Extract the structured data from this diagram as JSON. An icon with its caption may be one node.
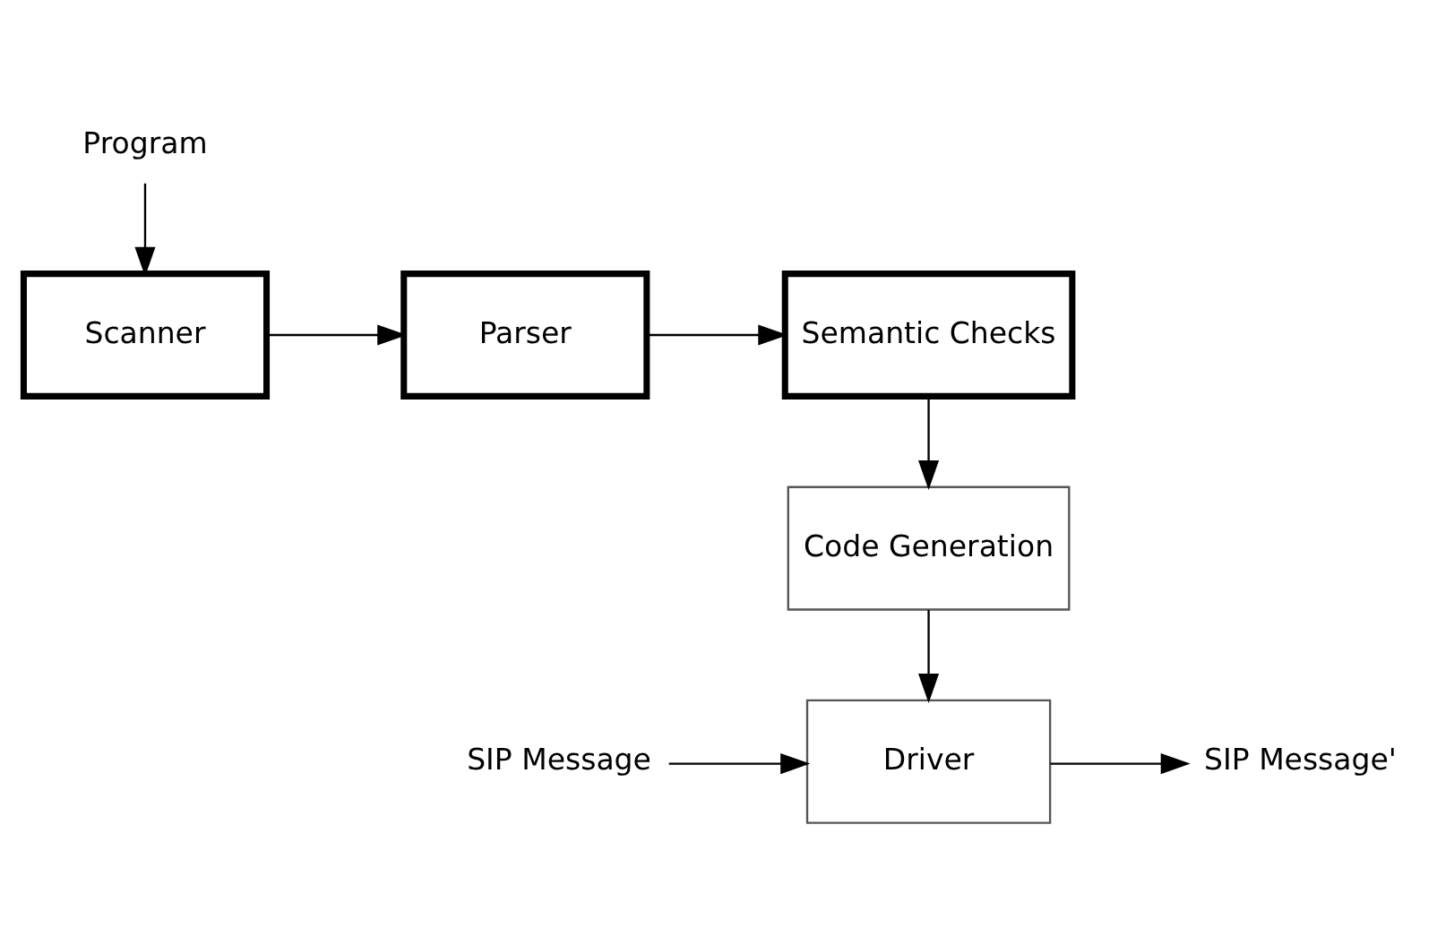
{
  "diagram": {
    "nodes": [
      {
        "text": [
          "Program"
        ]
      },
      {
        "text": [
          "Scanner"
        ]
      },
      {
        "text": [
          "Parser"
        ]
      },
      {
        "text": [
          "Semantic Checks"
        ]
      },
      {
        "text": [
          "Code Generation"
        ]
      },
      {
        "text": [
          "SIP Message"
        ]
      },
      {
        "text": [
          "Driver"
        ]
      },
      {
        "text": [
          "SIP Message'"
        ]
      }
    ],
    "edges": [
      {
        "from": 0,
        "to": 1,
        "arrow": "to"
      },
      {
        "from": 1,
        "to": 2,
        "arrow": "to"
      },
      {
        "from": 2,
        "to": 3,
        "arrow": "to"
      },
      {
        "from": 3,
        "to": 4,
        "arrow": "to"
      },
      {
        "from": 4,
        "to": 6,
        "arrow": "to"
      },
      {
        "from": 5,
        "to": 6,
        "arrow": "to"
      },
      {
        "from": 6,
        "to": 7,
        "arrow": "to"
      }
    ]
  }
}
